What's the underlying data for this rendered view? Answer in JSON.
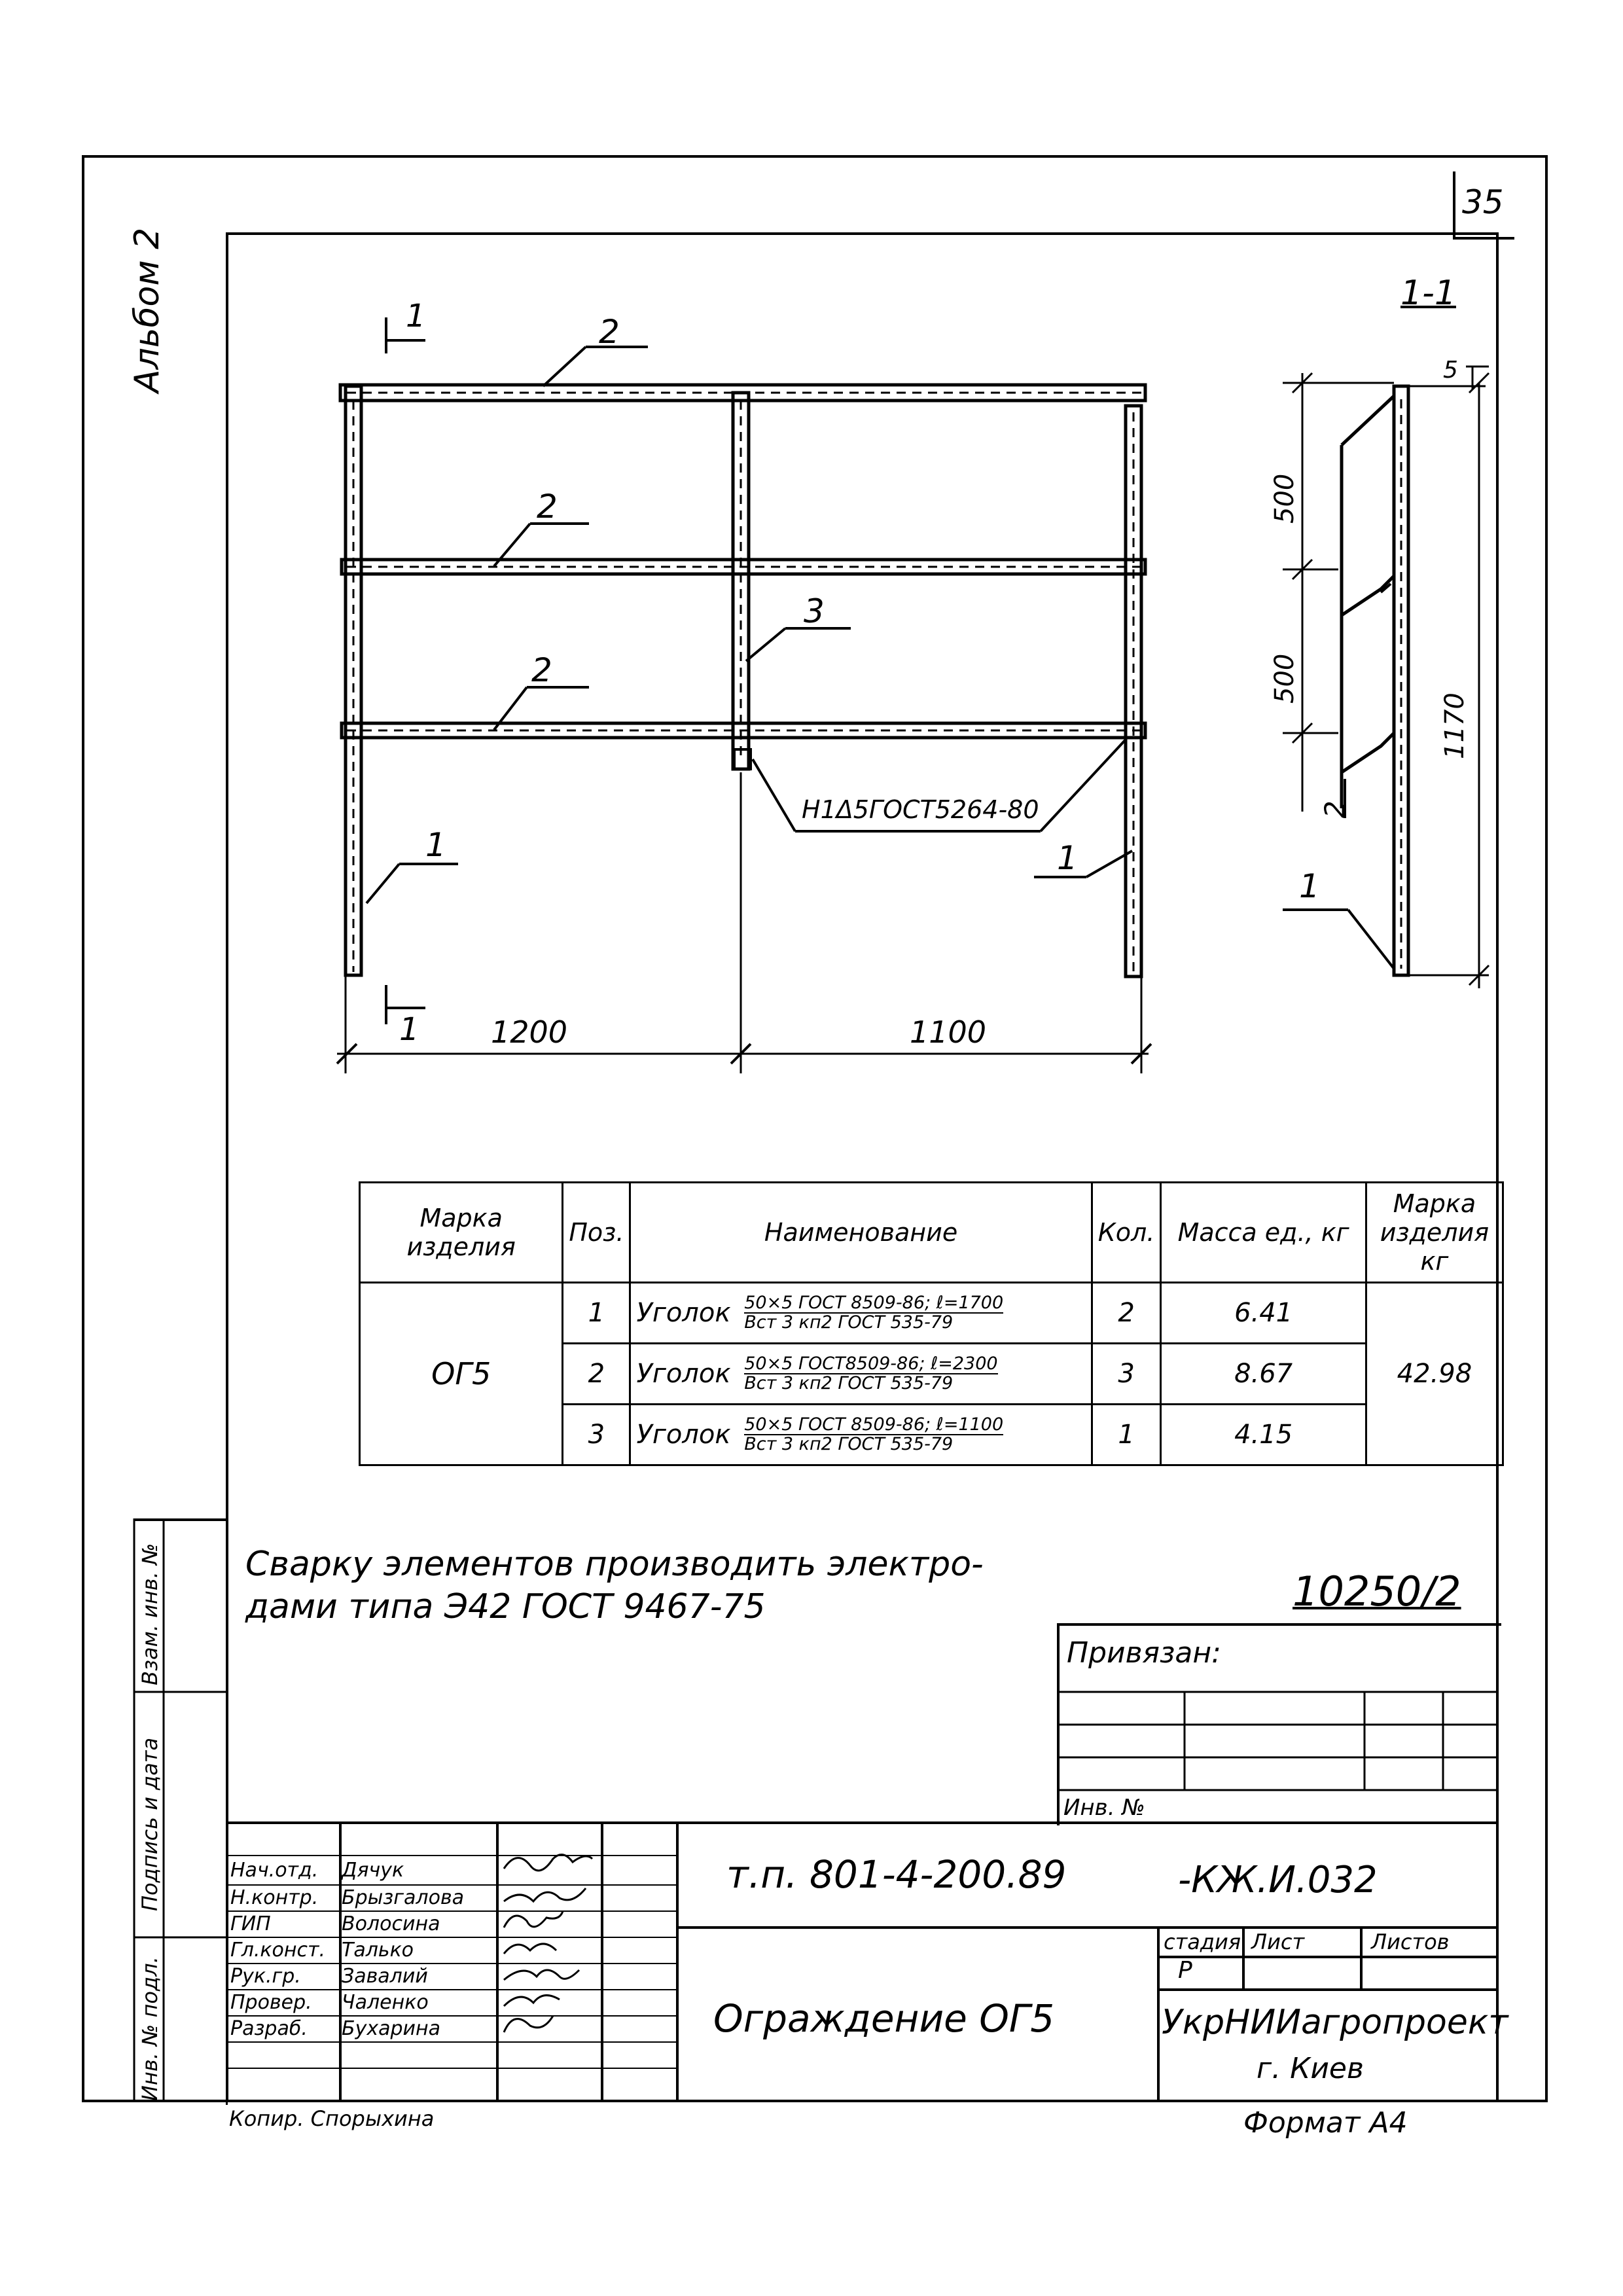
{
  "sheet": {
    "number": "35",
    "album": "Альбом 2"
  },
  "section_label": "1-1",
  "drawing": {
    "positions": {
      "top_rail": "2",
      "mid_rail_1": "2",
      "mid_rail_2": "2",
      "center_post": "3",
      "left_post": "1",
      "right_post": "1"
    },
    "cut_left": "1",
    "cut_bottom": "1",
    "weld_note": "Н1Δ5ГОСТ5264-80",
    "dim_left": "1200",
    "dim_right": "1100",
    "section": {
      "dim_500_top": "500",
      "dim_500_bottom": "500",
      "dim_1170": "1170",
      "dim_5": "5",
      "pos_2": "2",
      "pos_1": "1"
    }
  },
  "spec_table": {
    "headers": {
      "mark": "Марка изделия",
      "pos": "Поз.",
      "name": "Наименование",
      "qty": "Кол.",
      "mass": "Масса ед., кг",
      "mark_mass": "Марка изделия кг"
    },
    "product_mark": "ОГ5",
    "total_mass": "42.98",
    "rows": [
      {
        "pos": "1",
        "name": "Уголок",
        "spec_top": "50×5 ГОСТ 8509-86; ℓ=1700",
        "spec_bottom": "Вст 3 кп2 ГОСТ 535-79",
        "qty": "2",
        "mass": "6.41"
      },
      {
        "pos": "2",
        "name": "Уголок",
        "spec_top": "50×5 ГОСТ8509-86; ℓ=2300",
        "spec_bottom": "Вст 3 кп2 ГОСТ 535-79",
        "qty": "3",
        "mass": "8.67"
      },
      {
        "pos": "3",
        "name": "Уголок",
        "spec_top": "50×5 ГОСТ 8509-86; ℓ=1100",
        "spec_bottom": "Вст 3 кп2 ГОСТ 535-79",
        "qty": "1",
        "mass": "4.15"
      }
    ]
  },
  "note": {
    "line1": "Сварку элементов производить электро-",
    "line2": "дами типа Э42 ГОСТ 9467-75"
  },
  "binding": {
    "number": "10250/2",
    "label": "Привязан:",
    "inv_label": "Инв. №"
  },
  "side_labels": {
    "inv_orig": "Инв. № подл.",
    "sign_date": "Подпись и дата",
    "inv_replace": "Взам. инв. №"
  },
  "title_block": {
    "doc_code": "т.п. 801-4-200.89",
    "doc_suffix": "-КЖ.И.032",
    "title": "Ограждение ОГ5",
    "stage_label": "стадия",
    "sheet_label": "Лист",
    "sheets_label": "Листов",
    "stage_value": "Р",
    "org": "УкрНИИагропроект",
    "city": "г. Киев",
    "roles": [
      {
        "role": "Нач.отд.",
        "name": "Дячук"
      },
      {
        "role": "Н.контр.",
        "name": "Брызгалова"
      },
      {
        "role": "ГИП",
        "name": "Волосина"
      },
      {
        "role": "Гл.конст.",
        "name": "Талько"
      },
      {
        "role": "Рук.гр.",
        "name": "Завалий"
      },
      {
        "role": "Провер.",
        "name": "Чаленко"
      },
      {
        "role": "Разраб.",
        "name": "Бухарина"
      }
    ],
    "copied_by": "Копир. Спорыхина",
    "format": "Формат А4"
  }
}
